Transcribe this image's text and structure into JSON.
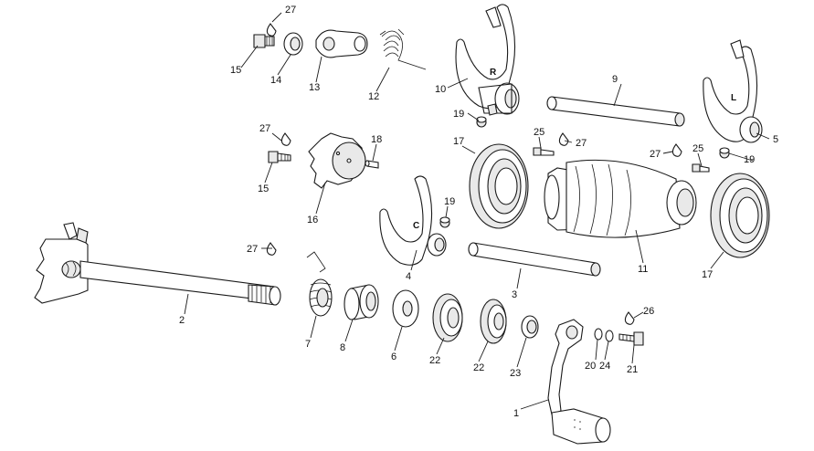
{
  "diagram": {
    "type": "exploded-parts-diagram",
    "fork_marks": {
      "r": "R",
      "c": "C",
      "l": "L"
    },
    "callouts": [
      {
        "id": "c1",
        "label": "1"
      },
      {
        "id": "c2",
        "label": "2"
      },
      {
        "id": "c3",
        "label": "3"
      },
      {
        "id": "c4",
        "label": "4"
      },
      {
        "id": "c5",
        "label": "5"
      },
      {
        "id": "c6",
        "label": "6"
      },
      {
        "id": "c7",
        "label": "7"
      },
      {
        "id": "c8",
        "label": "8"
      },
      {
        "id": "c9",
        "label": "9"
      },
      {
        "id": "c10",
        "label": "10"
      },
      {
        "id": "c11",
        "label": "11"
      },
      {
        "id": "c12",
        "label": "12"
      },
      {
        "id": "c13",
        "label": "13"
      },
      {
        "id": "c14",
        "label": "14"
      },
      {
        "id": "c15a",
        "label": "15"
      },
      {
        "id": "c15b",
        "label": "15"
      },
      {
        "id": "c16",
        "label": "16"
      },
      {
        "id": "c17a",
        "label": "17"
      },
      {
        "id": "c17b",
        "label": "17"
      },
      {
        "id": "c18",
        "label": "18"
      },
      {
        "id": "c19a",
        "label": "19"
      },
      {
        "id": "c19b",
        "label": "19"
      },
      {
        "id": "c19c",
        "label": "19"
      },
      {
        "id": "c20",
        "label": "20"
      },
      {
        "id": "c21",
        "label": "21"
      },
      {
        "id": "c22a",
        "label": "22"
      },
      {
        "id": "c22b",
        "label": "22"
      },
      {
        "id": "c23",
        "label": "23"
      },
      {
        "id": "c24",
        "label": "24"
      },
      {
        "id": "c25a",
        "label": "25"
      },
      {
        "id": "c25b",
        "label": "25"
      },
      {
        "id": "c26",
        "label": "26"
      },
      {
        "id": "c27a",
        "label": "27"
      },
      {
        "id": "c27b",
        "label": "27"
      },
      {
        "id": "c27c",
        "label": "27"
      },
      {
        "id": "c27d",
        "label": "27"
      },
      {
        "id": "c27e",
        "label": "27"
      }
    ]
  }
}
